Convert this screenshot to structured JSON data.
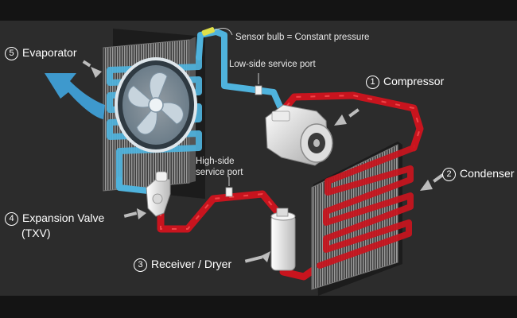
{
  "labels": {
    "sensor": "Sensor bulb = Constant pressure",
    "low_port": "Low-side service port",
    "high_port": [
      "High-side",
      "service port"
    ],
    "compressor": {
      "num": "1",
      "name": "Compressor"
    },
    "condenser": {
      "num": "2",
      "name": "Condenser"
    },
    "receiver": {
      "num": "3",
      "name": "Receiver / Dryer"
    },
    "expansion": {
      "num": "4",
      "name": "Expansion Valve",
      "sub": "(TXV)"
    },
    "evaporator": {
      "num": "5",
      "name": "Evaporator"
    }
  },
  "colors": {
    "background": "#2b2b2b",
    "letterbox": "#141414",
    "low_pressure_line": "#4fb3dd",
    "high_pressure_line": "#c8141e",
    "airflow_arrow": "#3f9fd6",
    "sensor_bulb": "#e0e04a"
  },
  "icons": [
    "evaporator-fan-icon",
    "compressor-icon",
    "receiver-dryer-icon",
    "expansion-valve-icon",
    "airflow-arrow-icon"
  ]
}
